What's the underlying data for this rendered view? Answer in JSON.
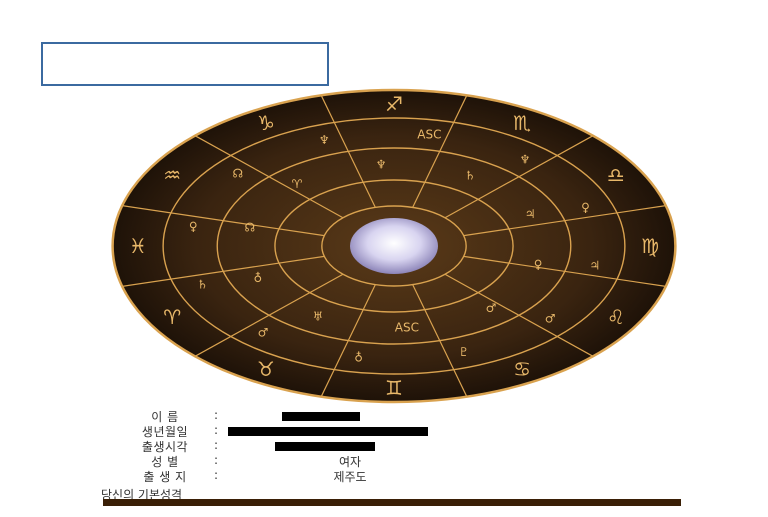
{
  "chart_title_box": "",
  "wheel": {
    "outer_signs": [
      "♑",
      "♐",
      "♏",
      "♎",
      "♍",
      "♌",
      "♋",
      "♊",
      "♉",
      "♈",
      "♓",
      "♒"
    ],
    "planets_outer": [
      "♆",
      "ASC",
      "♆",
      "♀",
      "♃",
      "♂",
      "♇",
      "♁",
      "♂",
      "♄",
      "♀",
      "☊"
    ],
    "planets_inner": [
      "♆",
      "♄",
      "♃",
      "♀",
      "♂",
      "ASC",
      "♅",
      "♁",
      "☊",
      "♈"
    ]
  },
  "profile": {
    "name_label": "이 름",
    "birth_date_label": "생년월일",
    "birth_time_label": "출생시각",
    "gender_label": "성 별",
    "birthplace_label": "출 생 지",
    "colon": ":",
    "gender_value": "여자",
    "birthplace_value": "제주도"
  },
  "section": {
    "title": "당신의 기본성격"
  },
  "colors": {
    "frame": "#3b6aa0",
    "wheel_bg": "#3a2510",
    "wheel_line": "#d9a24f",
    "footer_bar": "#3a1f06"
  }
}
